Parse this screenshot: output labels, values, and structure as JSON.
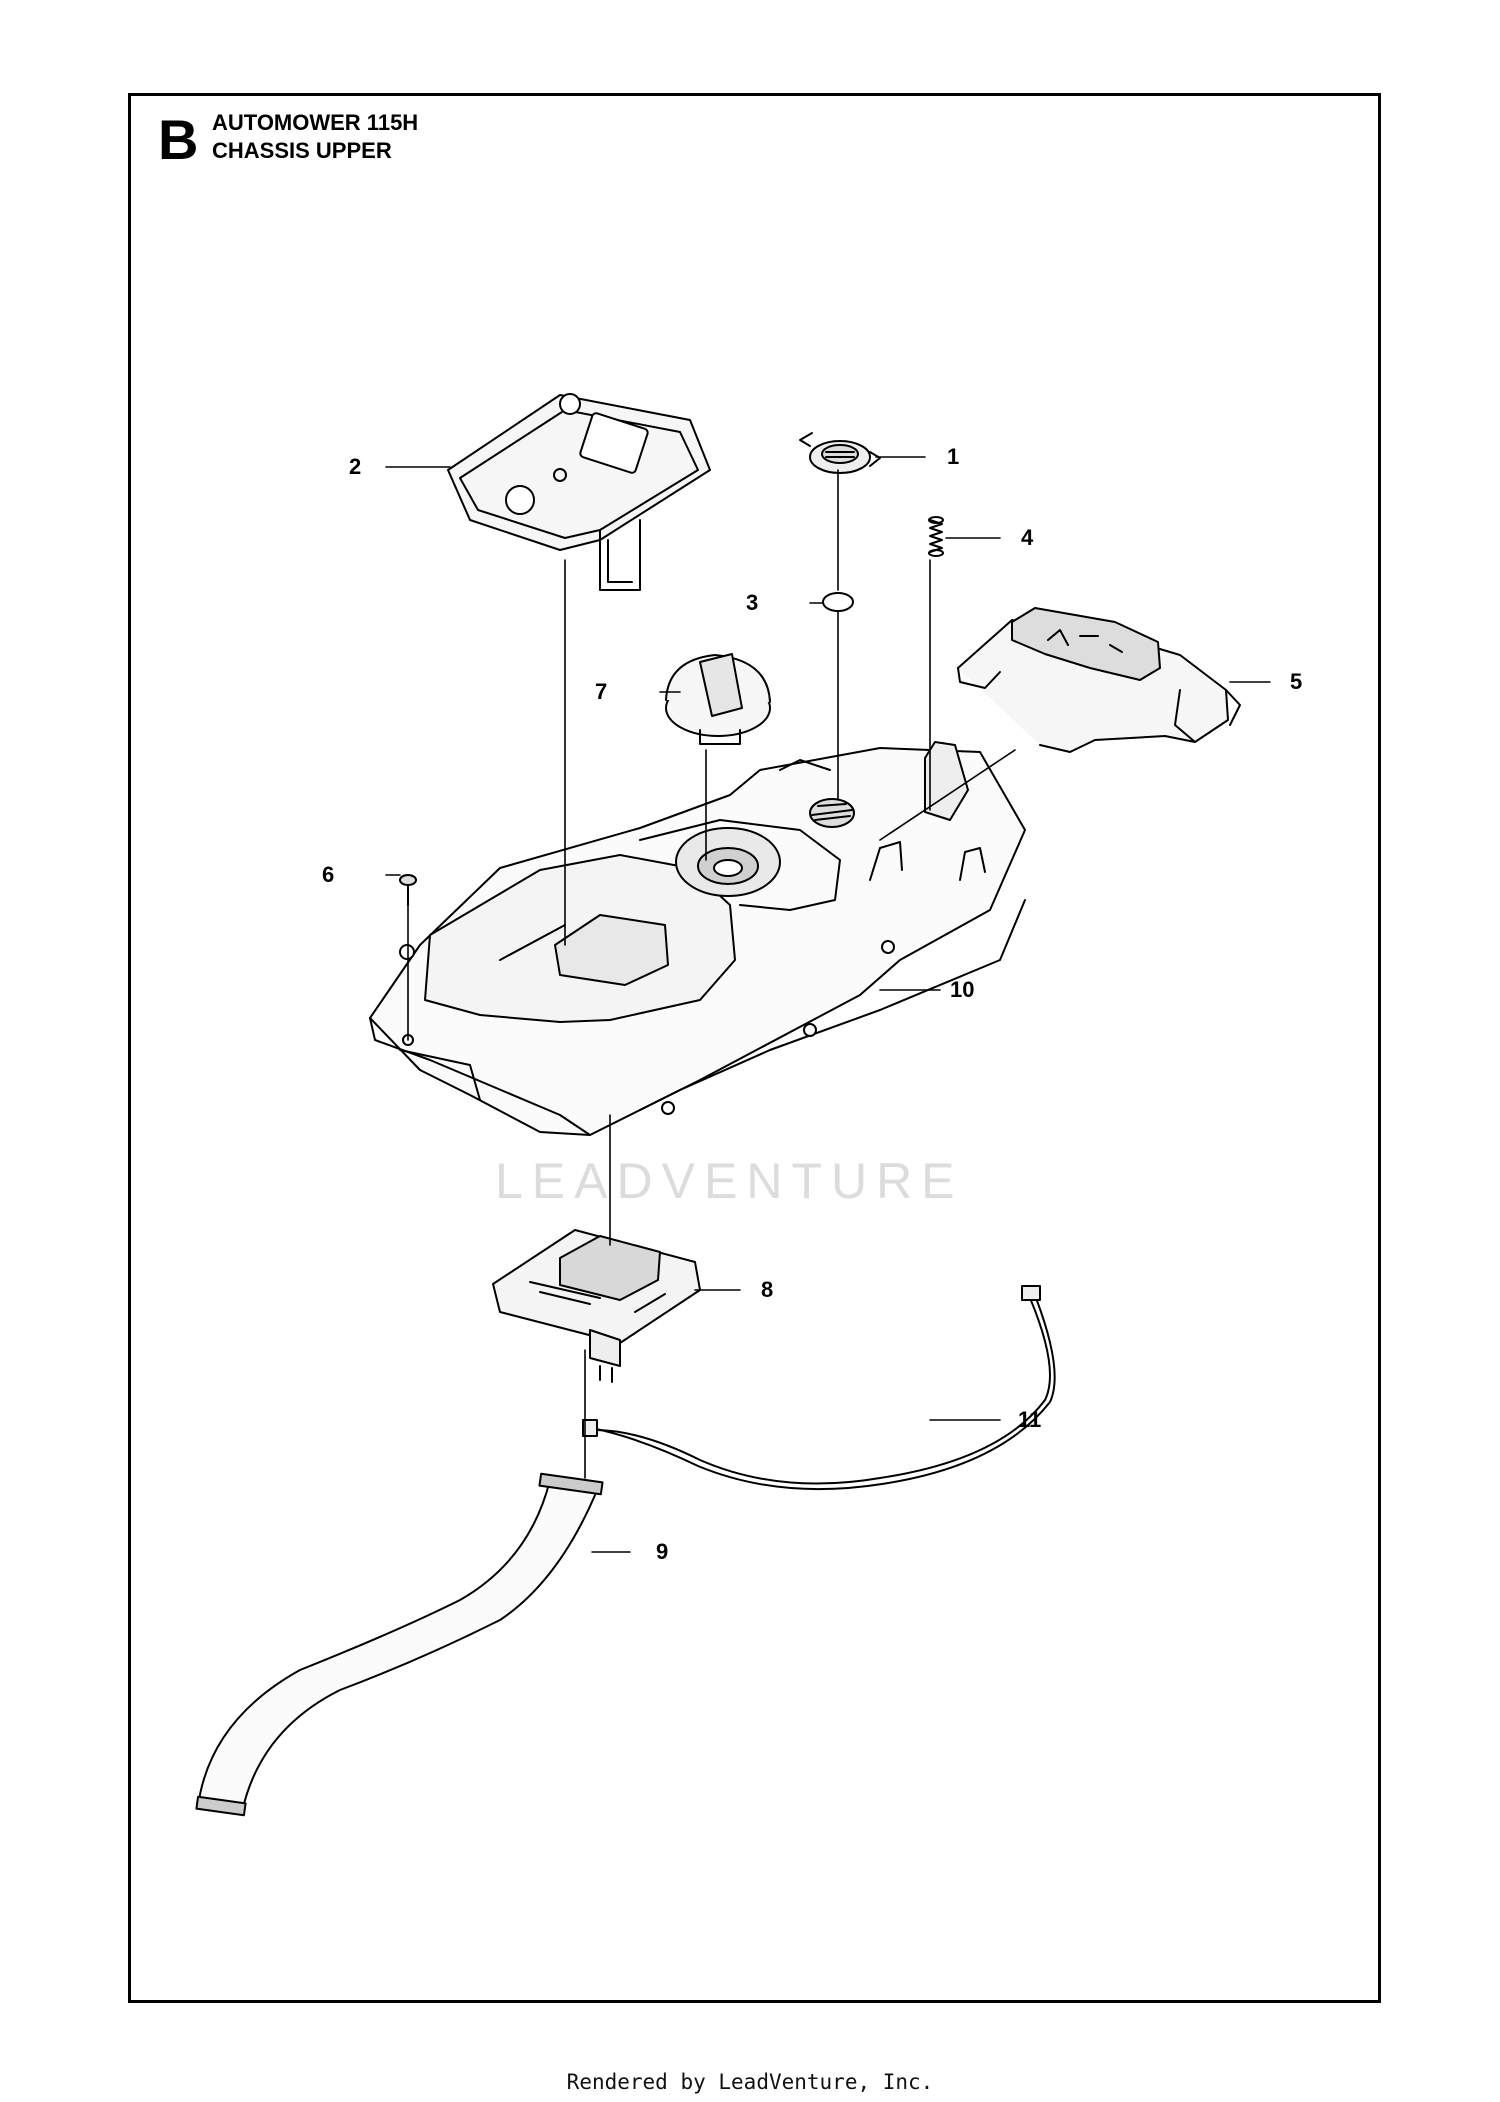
{
  "header": {
    "section_letter": "B",
    "title_line1": "AUTOMOWER 115H",
    "title_line2": "CHASSIS UPPER"
  },
  "callouts": [
    "1",
    "2",
    "3",
    "4",
    "5",
    "6",
    "7",
    "8",
    "9",
    "10",
    "11"
  ],
  "watermark": "LEADVENTURE",
  "footer": "Rendered by LeadVenture, Inc."
}
